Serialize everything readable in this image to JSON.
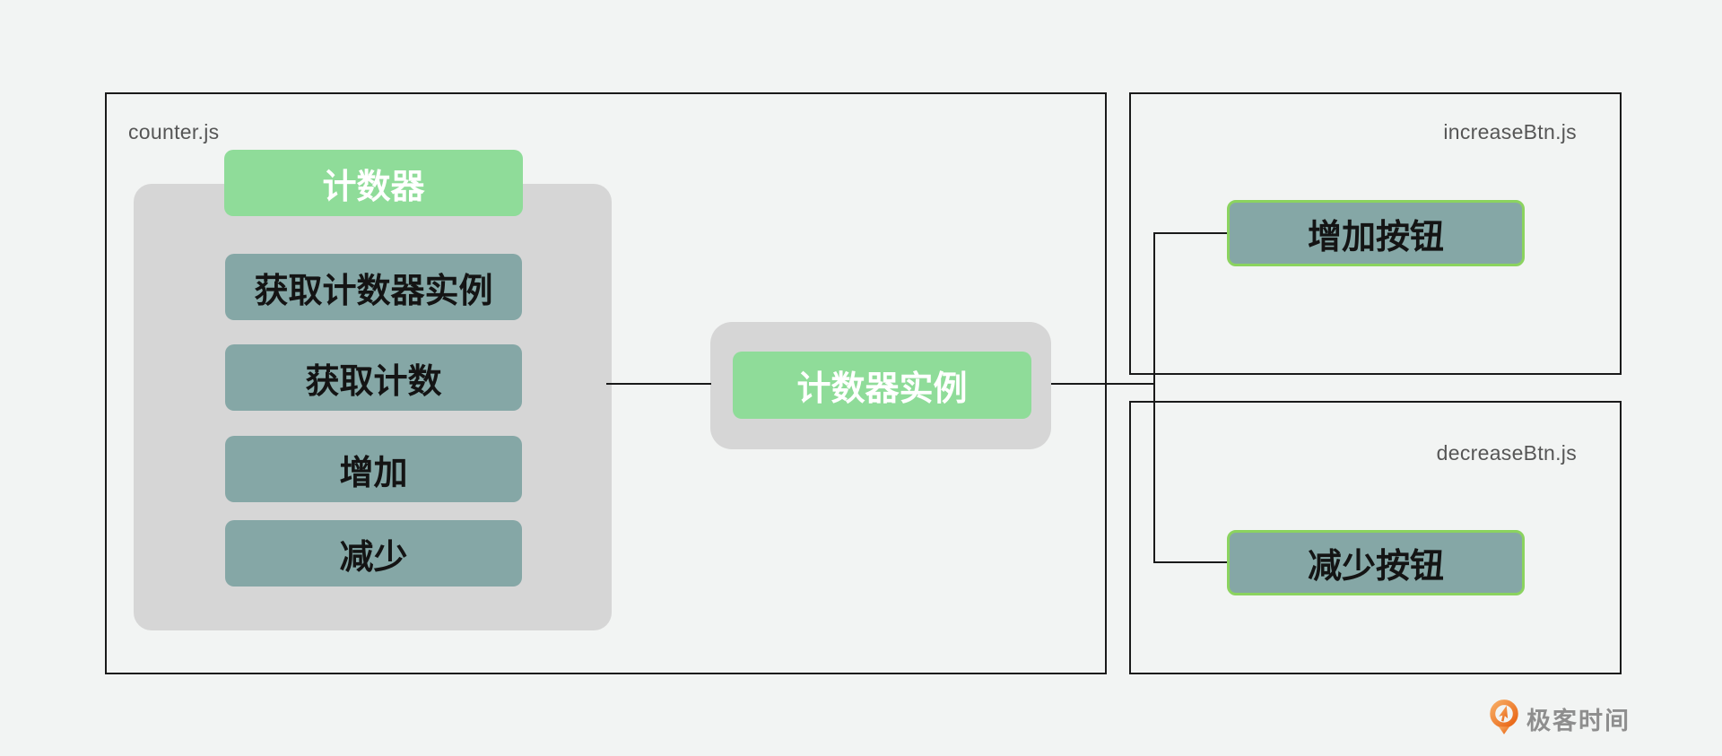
{
  "palette": {
    "green_fill": "#8fdc99",
    "teal_fill": "#85a7a6",
    "panel_gray": "#d6d6d6",
    "button_border_green": "#8bd35f",
    "line_color": "#1a1a1a",
    "file_label_gray": "#565656",
    "brand_orange": "#ee7228",
    "brand_text_gray": "#8e8e8e",
    "page_bg": "#f2f4f3"
  },
  "counter_module": {
    "file_label": "counter.js",
    "class_title": "计数器",
    "methods": [
      {
        "label": "获取计数器实例"
      },
      {
        "label": "获取计数"
      },
      {
        "label": "增加"
      },
      {
        "label": "减少"
      }
    ]
  },
  "instance_node": {
    "label": "计数器实例"
  },
  "increase_module": {
    "file_label": "increaseBtn.js",
    "button_label": "增加按钮"
  },
  "decrease_module": {
    "file_label": "decreaseBtn.js",
    "button_label": "减少按钮"
  },
  "footer": {
    "brand": "极客时间"
  }
}
